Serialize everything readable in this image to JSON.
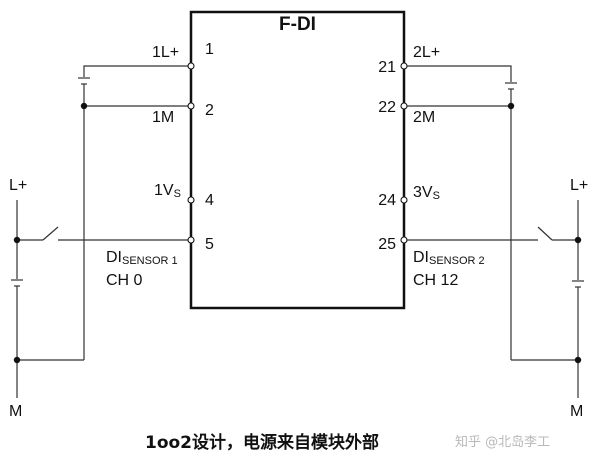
{
  "module": {
    "title": "F-DI"
  },
  "left_terminals": [
    {
      "number": "1",
      "label": "1L+"
    },
    {
      "number": "2",
      "label": "1M"
    },
    {
      "number": "4",
      "label_main": "1V",
      "label_sub": "S"
    },
    {
      "number": "5",
      "label_main": "DI",
      "label_sub": "SENSOR 1",
      "channel": "CH 0"
    }
  ],
  "right_terminals": [
    {
      "number": "21",
      "label": "2L+"
    },
    {
      "number": "22",
      "label": "2M"
    },
    {
      "number": "24",
      "label_main": "3V",
      "label_sub": "S"
    },
    {
      "number": "25",
      "label_main": "DI",
      "label_sub": "SENSOR 2",
      "channel": "CH 12"
    }
  ],
  "supply": {
    "left_top": "L+",
    "left_bottom": "M",
    "right_top": "L+",
    "right_bottom": "M"
  },
  "caption": "1oo2设计，电源来自模块外部",
  "watermark": "知乎 @北岛李工",
  "colors": {
    "line": "#111111",
    "wire": "#333333",
    "background": "#ffffff",
    "watermark": "#b9b9b9"
  }
}
